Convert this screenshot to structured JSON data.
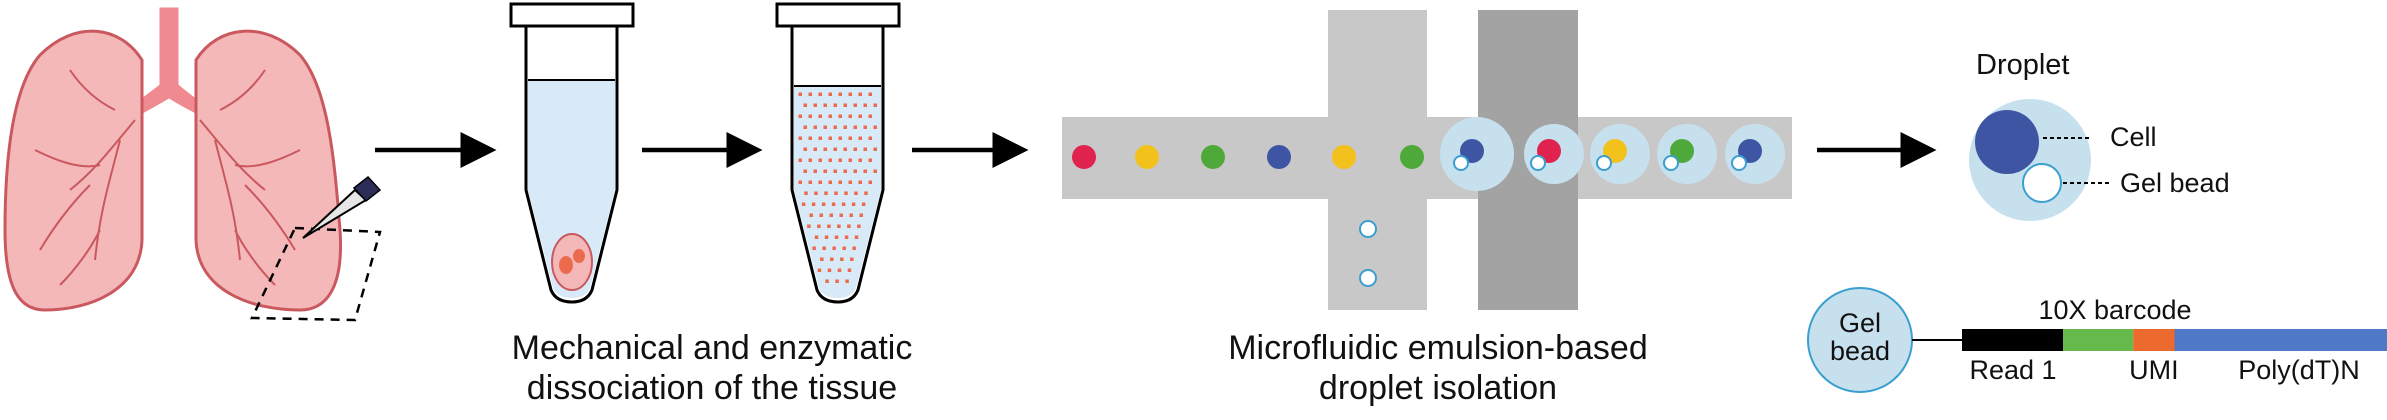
{
  "colors": {
    "lung_fill": "#f5b8b8",
    "lung_stroke": "#c9585f",
    "trachea": "#ef8a90",
    "tube_liquid": "#d8eaf7",
    "tube_dots": "#ec6b4f",
    "channel_light": "#c8c8c8",
    "channel_dark": "#a3a3a3",
    "droplet": "#c7e0ee",
    "cell_red": "#e0224f",
    "cell_yellow": "#f3c11b",
    "cell_green": "#4fa93a",
    "cell_blue": "#3e55a3",
    "bead_edge": "#3a9fcf",
    "read1": "#000000",
    "barcode": "#66b94b",
    "umi": "#ec6a2d",
    "polydt": "#4f79c7"
  },
  "icons": {
    "lung": "lung-icon",
    "scalpel": "scalpel-icon",
    "tube": "microcentrifuge-tube-icon",
    "arrow": "right-arrow-icon"
  },
  "captions": {
    "dissociation_line1": "Mechanical and enzymatic",
    "dissociation_line2": "dissociation of the tissue",
    "microfluidic_line1": "Microfluidic emulsion-based",
    "microfluidic_line2": "droplet isolation"
  },
  "droplet_legend": {
    "title": "Droplet",
    "cell": "Cell",
    "gel_bead": "Gel bead"
  },
  "bead_construct": {
    "bead_line1": "Gel",
    "bead_line2": "bead",
    "segments": [
      {
        "name": "read1",
        "label": "Read 1",
        "fraction": 0.238
      },
      {
        "name": "barcode",
        "label": "10X barcode",
        "fraction": 0.165
      },
      {
        "name": "umi",
        "label": "UMI",
        "fraction": 0.097
      },
      {
        "name": "polydt",
        "label": "Poly(dT)N",
        "fraction": 0.5
      }
    ]
  }
}
